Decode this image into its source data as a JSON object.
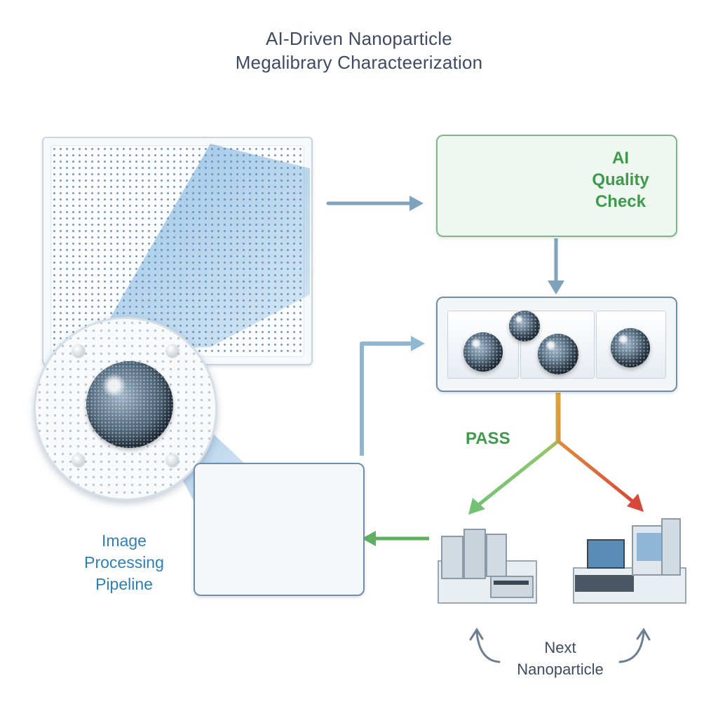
{
  "title": {
    "line1": "AI-Driven Nanoparticle",
    "line2": "Megalibrary Characteerization"
  },
  "ai_check": {
    "line1": "AI",
    "line2": "Quality",
    "line3": "Check"
  },
  "pipeline": {
    "line1": "Image",
    "line2": "Processing",
    "line3": "Pipeline"
  },
  "pass_label": "PASS",
  "next": {
    "line1": "Next",
    "line2": "Nanoparticle"
  },
  "colors": {
    "title_text": "#3f4a63",
    "ai_green": "#3f9a4c",
    "pipeline_blue": "#2f7fb6",
    "flow_arrow": "#7fa3bd",
    "pass_arrow": "#74c274",
    "fail_arrow": "#d9473a"
  }
}
